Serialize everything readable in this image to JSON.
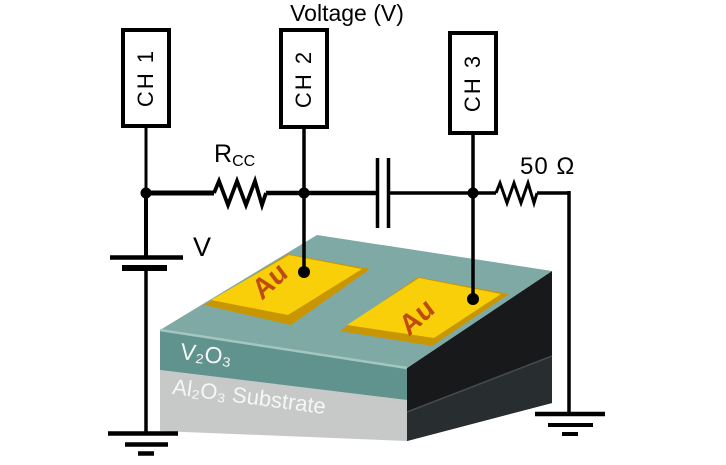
{
  "title": "Voltage (V)",
  "channels": [
    {
      "label": "CH 1"
    },
    {
      "label": "CH 2"
    },
    {
      "label": "CH 3"
    }
  ],
  "components": {
    "coupling_resistor": {
      "symbol": "R",
      "subscript": "CC"
    },
    "series_resistor": "50 Ω",
    "voltage_source": "V"
  },
  "device": {
    "electrode_left": "Au",
    "electrode_right": "Au",
    "film": "V₂O₃",
    "substrate": "Al₂O₃ Substrate"
  },
  "colors": {
    "wire": "#000000",
    "film_top": "#7fa9a5",
    "film_front": "#60928e",
    "substrate_front": "#c7c9c8",
    "side_shadow": "#17191b",
    "side_shadow_lower": "#282e30",
    "gold": "#f8cf09",
    "gold_bevel": "#c99603",
    "electrode_text": "#bf4a12",
    "layer_text": "#f5f7f6"
  }
}
